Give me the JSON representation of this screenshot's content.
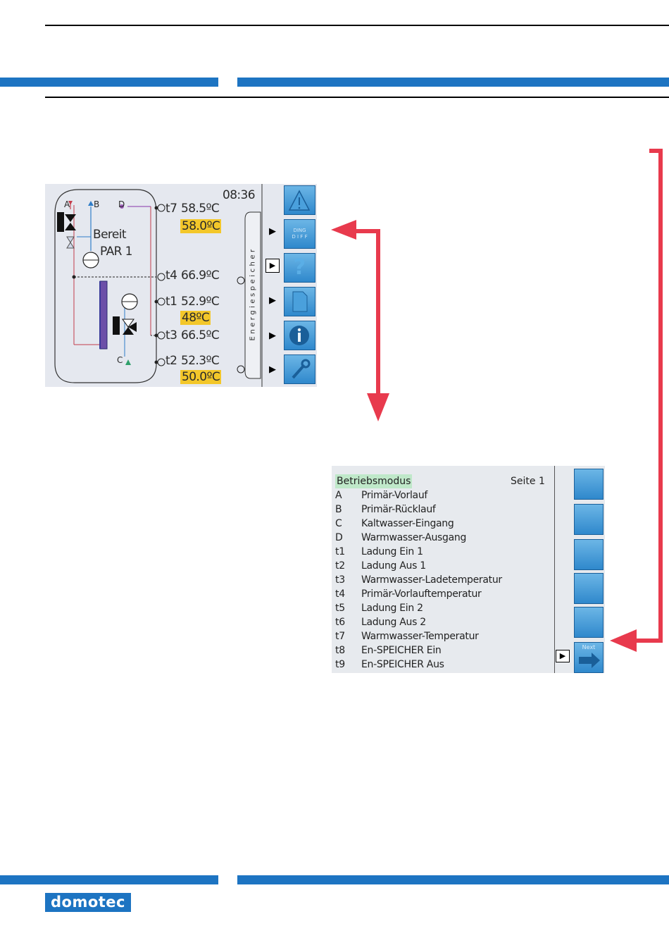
{
  "brand": {
    "logo_text": "domotec",
    "accent": "#1d74c2",
    "arrow_color": "#e83a4d"
  },
  "screen1": {
    "time": "08:36",
    "status_lines": [
      "Bereit",
      "PAR 1"
    ],
    "diagram_labels": {
      "a": "A",
      "b": "B",
      "c": "C",
      "d": "D"
    },
    "sensors": [
      {
        "id": "t7",
        "actual": "58.5ºC",
        "setpoint": "58.0ºC"
      },
      {
        "id": "t4",
        "actual": "66.9ºC",
        "setpoint": ""
      },
      {
        "id": "t1",
        "actual": "52.9ºC",
        "setpoint": "48ºC"
      },
      {
        "id": "t3",
        "actual": "66.5ºC",
        "setpoint": ""
      },
      {
        "id": "t2",
        "actual": "52.3ºC",
        "setpoint": "50.0ºC"
      }
    ],
    "side_tab_label": "Energiespeicher",
    "side_buttons": [
      "warning-icon",
      "mode-icon",
      "help-icon",
      "document-icon",
      "info-icon",
      "wrench-icon"
    ],
    "mode_button_text": "DING"
  },
  "screen2": {
    "title": "Betriebsmodus",
    "page": "Seite 1",
    "rows": [
      {
        "code": "A",
        "label": "Primär-Vorlauf"
      },
      {
        "code": "B",
        "label": "Primär-Rücklauf"
      },
      {
        "code": "C",
        "label": "Kaltwasser-Eingang"
      },
      {
        "code": "D",
        "label": "Warmwasser-Ausgang"
      },
      {
        "code": "t1",
        "label": "Ladung Ein 1"
      },
      {
        "code": "t2",
        "label": "Ladung Aus 1"
      },
      {
        "code": "t3",
        "label": "Warmwasser-Ladetemperatur"
      },
      {
        "code": "t4",
        "label": "Primär-Vorlauftemperatur"
      },
      {
        "code": "t5",
        "label": "Ladung Ein 2"
      },
      {
        "code": "t6",
        "label": "Ladung Aus 2"
      },
      {
        "code": "t7",
        "label": "Warmwasser-Temperatur"
      },
      {
        "code": "t8",
        "label": "En-SPEICHER Ein"
      },
      {
        "code": "t9",
        "label": "En-SPEICHER Aus"
      }
    ],
    "next_label": "Next"
  }
}
